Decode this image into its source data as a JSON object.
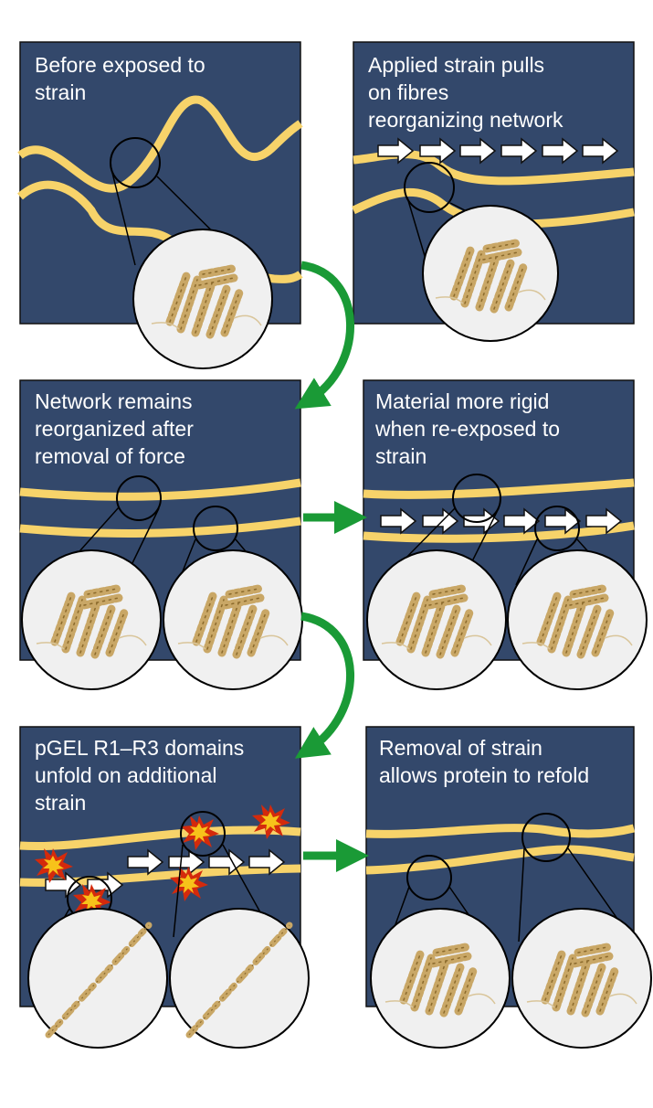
{
  "panels": [
    {
      "id": "p1",
      "text": "Before exposed to\nstrain"
    },
    {
      "id": "p2",
      "text": "Applied strain pulls\non fibres\nreorganizing network"
    },
    {
      "id": "p3",
      "text": "Network remains\nreorganized after\nremoval of force"
    },
    {
      "id": "p4",
      "text": "Material more rigid\nwhen re-exposed to\nstrain"
    },
    {
      "id": "p5",
      "text": "pGEL R1–R3 domains\nunfold on additional\nstrain"
    },
    {
      "id": "p6",
      "text": "Removal of strain\nallows protein to refold"
    }
  ],
  "colors": {
    "panel_bg": "#33486b",
    "fibre": "#f7d36a",
    "arrow_green": "#1a9a36",
    "magnifier_fill": "#f0f0f0",
    "protein": "#c9a766",
    "burst_red": "#d42a0c",
    "burst_yellow": "#f7c21a"
  }
}
